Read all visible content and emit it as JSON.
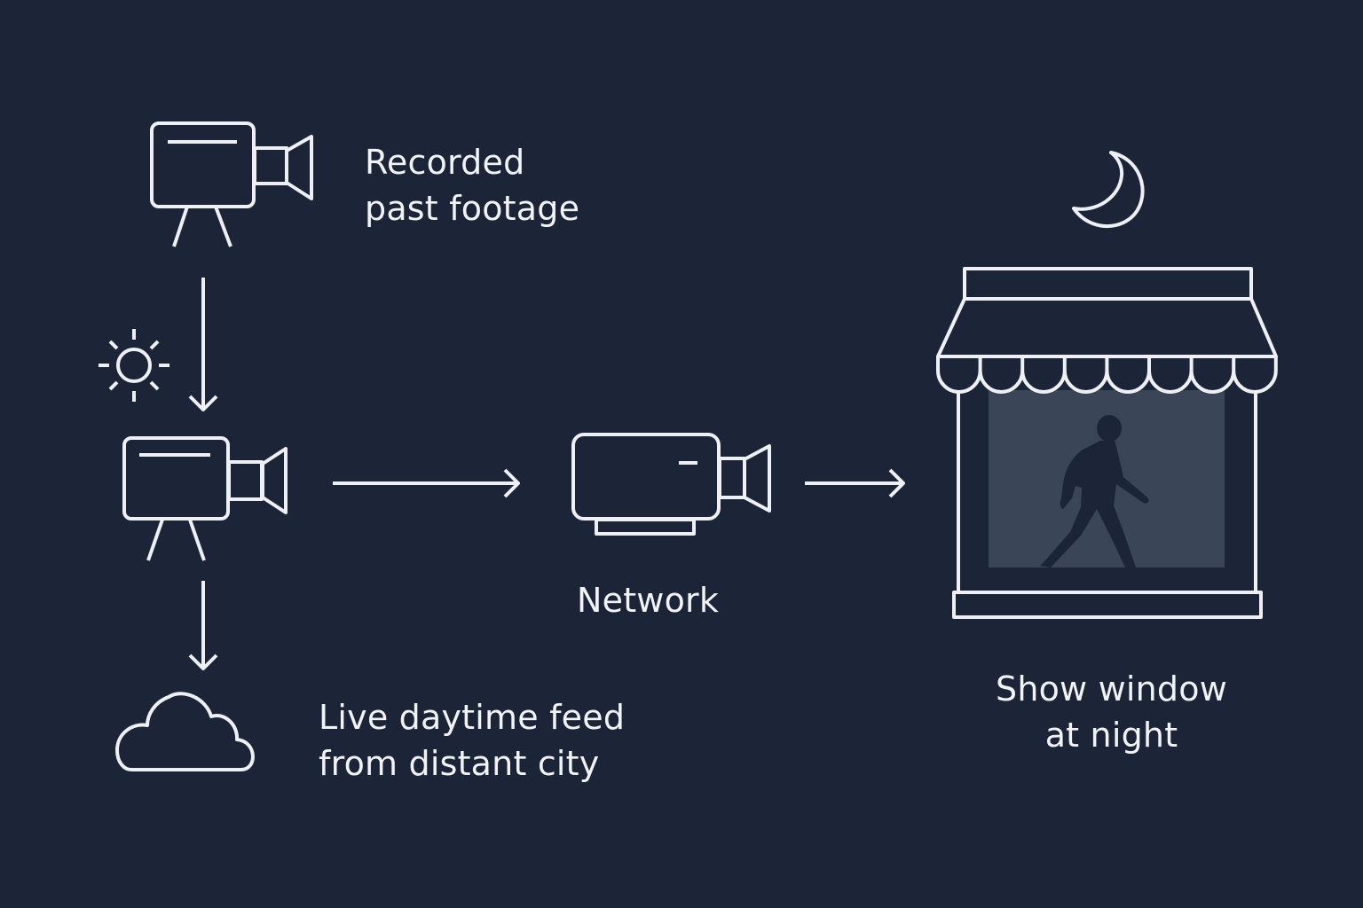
{
  "diagram": {
    "title": "",
    "background_color": "#1b2537",
    "line_color": "#eef0f3",
    "window_glow_color": "#3a4657",
    "nodes": {
      "recorded_camera": {
        "icon": "video-camera-tripod-icon",
        "label_lines": [
          "Recorded",
          "past footage"
        ]
      },
      "sun": {
        "icon": "sun-icon"
      },
      "daytime_camera": {
        "icon": "video-camera-tripod-icon"
      },
      "cloud": {
        "icon": "cloud-icon",
        "label_lines": [
          "Live daytime feed",
          "from distant city"
        ]
      },
      "network_camera": {
        "icon": "projector-camera-icon",
        "label": "Network"
      },
      "moon": {
        "icon": "crescent-moon-icon"
      },
      "storefront": {
        "icon": "storefront-awning-icon",
        "awning_scallops": 8,
        "figure": "walking-person-silhouette",
        "label_lines": [
          "Show window",
          "at night"
        ]
      }
    },
    "edges": [
      {
        "from": "recorded_camera",
        "to": "daytime_camera",
        "direction": "down"
      },
      {
        "from": "daytime_camera",
        "to": "cloud",
        "direction": "down"
      },
      {
        "from": "daytime_camera",
        "to": "network_camera",
        "direction": "right"
      },
      {
        "from": "network_camera",
        "to": "storefront",
        "direction": "right"
      }
    ]
  }
}
